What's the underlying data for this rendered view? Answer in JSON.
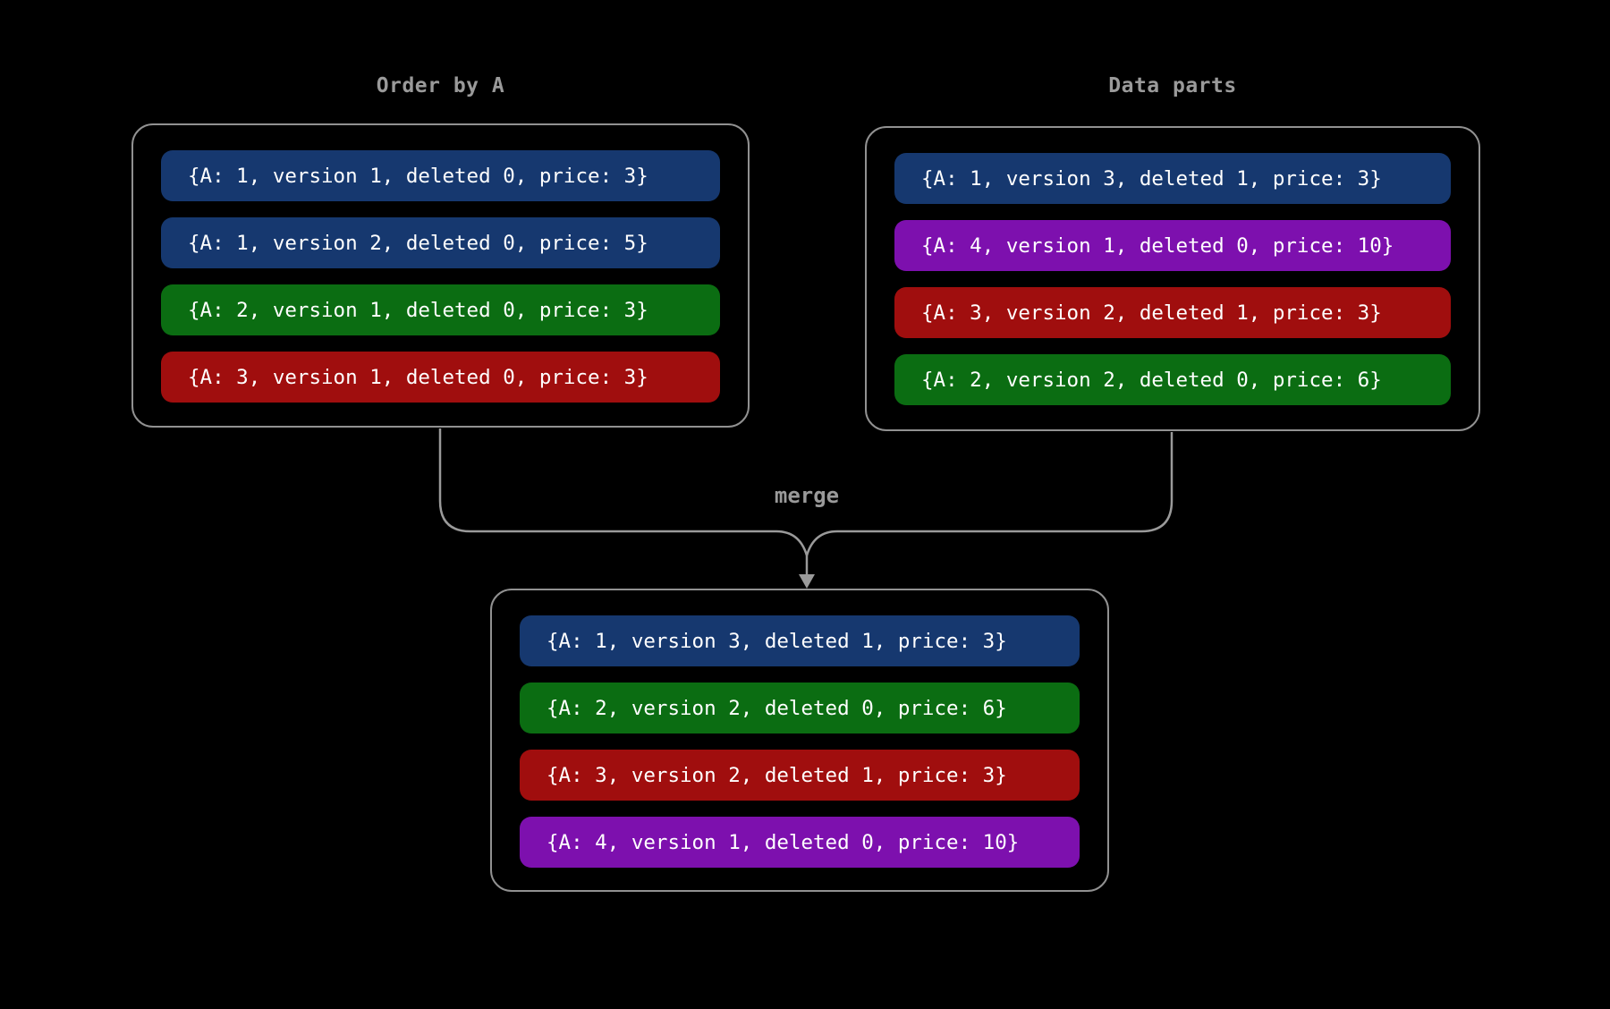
{
  "colors": {
    "blue": "#16386f",
    "green": "#0b6d12",
    "red": "#a00e0e",
    "purple": "#7d10ae",
    "line_gray": "#9a9a9a",
    "background": "#000000",
    "row_text": "#ffffff"
  },
  "merge_label": "merge",
  "groups": [
    {
      "title": "Order by A",
      "rows": [
        {
          "color": "blue",
          "text": "{A: 1, version 1, deleted 0, price: 3}"
        },
        {
          "color": "blue",
          "text": "{A: 1, version 2, deleted 0, price: 5}"
        },
        {
          "color": "green",
          "text": "{A: 2, version 1, deleted 0, price: 3}"
        },
        {
          "color": "red",
          "text": "{A: 3, version 1, deleted 0, price: 3}"
        }
      ]
    },
    {
      "title": "Data parts",
      "rows": [
        {
          "color": "blue",
          "text": "{A: 1, version 3, deleted 1, price: 3}"
        },
        {
          "color": "purple",
          "text": "{A: 4, version 1, deleted 0, price: 10}"
        },
        {
          "color": "red",
          "text": "{A: 3, version 2, deleted 1, price: 3}"
        },
        {
          "color": "green",
          "text": "{A: 2, version 2, deleted 0, price: 6}"
        }
      ]
    },
    {
      "title": "",
      "rows": [
        {
          "color": "blue",
          "text": "{A: 1, version 3, deleted 1, price: 3}"
        },
        {
          "color": "green",
          "text": "{A: 2, version 2, deleted 0, price: 6}"
        },
        {
          "color": "red",
          "text": "{A: 3, version 2, deleted 1, price: 3}"
        },
        {
          "color": "purple",
          "text": "{A: 4, version 1, deleted 0, price: 10}"
        }
      ]
    }
  ]
}
